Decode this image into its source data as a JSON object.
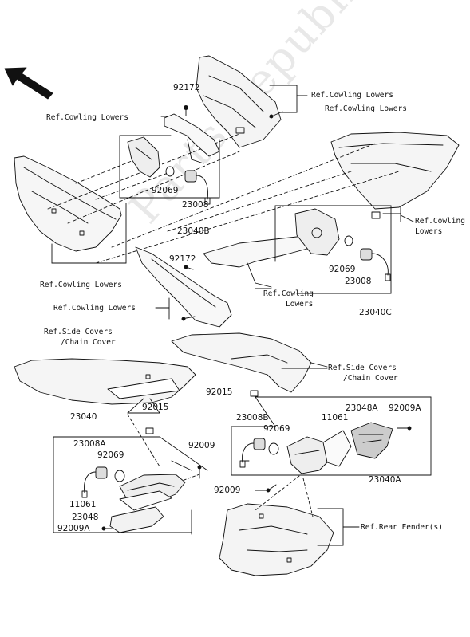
{
  "watermark": "Parts Republik",
  "labels": {
    "ref_cowling_lowers_top": "Ref.Cowling Lowers",
    "ref_cowling_lowers_top_left": "Ref.Cowling Lowers",
    "ref_cowling_lowers_right_top": "Ref.Cowling Lowers",
    "ref_cowling_lowers_right_1": "Ref.Cowling",
    "ref_cowling_lowers_right_2": "Lowers",
    "ref_cowling_lowers_left_mid": "Ref.Cowling Lowers",
    "ref_cowling_lowers_center_1": "Ref.Cowling",
    "ref_cowling_lowers_center_2": "Lowers",
    "ref_cowling_lowers_left_low": "Ref.Cowling Lowers",
    "ref_side_covers_left_1": "Ref.Side Covers",
    "ref_side_covers_left_2": "/Chain Cover",
    "ref_side_covers_right_1": "Ref.Side Covers",
    "ref_side_covers_right_2": "/Chain Cover",
    "ref_rear_fender": "Ref.Rear Fender(s)"
  },
  "parts": {
    "p92172_a": "92172",
    "p92069_a": "92069",
    "p23008_a": "23008",
    "p23040B": "23040B",
    "p92172_b": "92172",
    "p92069_b": "92069",
    "p23008_b": "23008",
    "p23040C": "23040C",
    "p92015_a": "92015",
    "p92015_b": "92015",
    "p23040": "23040",
    "p23008A": "23008A",
    "p92069_c": "92069",
    "p92009_a": "92009",
    "p11061_a": "11061",
    "p23048_a": "23048",
    "p92009A_a": "92009A",
    "p23008B": "23008B",
    "p92069_d": "92069",
    "p11061_b": "11061",
    "p23048A": "23048A",
    "p92009A_b": "92009A",
    "p23040A": "23040A",
    "p92009_b": "92009"
  }
}
